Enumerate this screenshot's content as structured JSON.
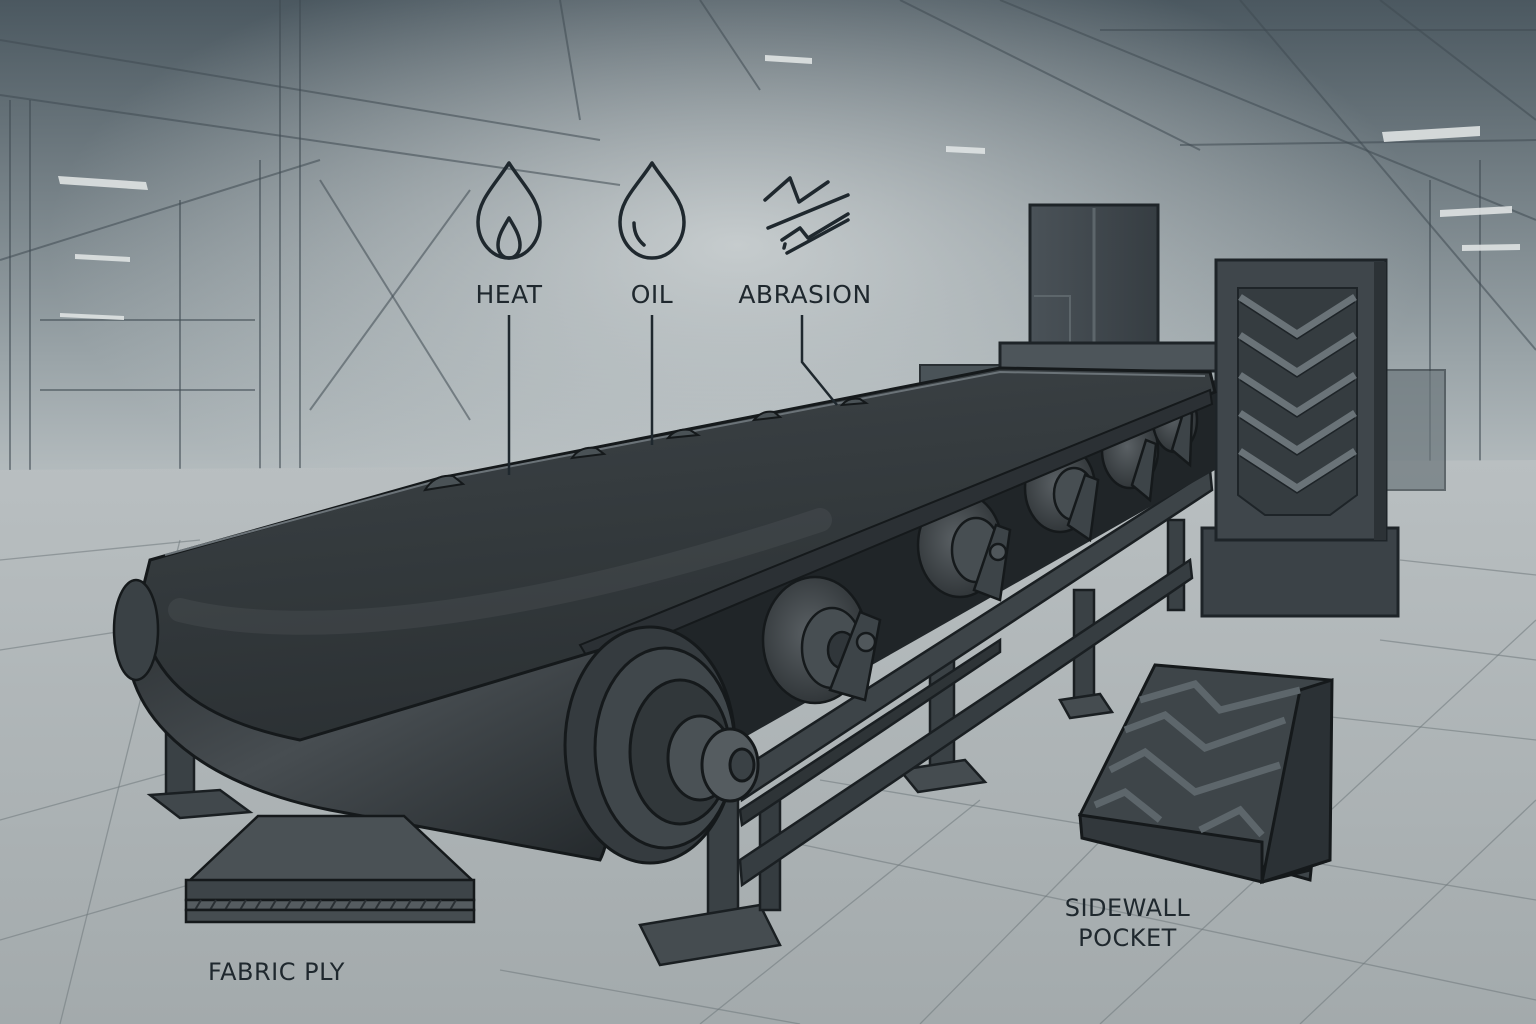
{
  "illustration": {
    "subject": "Industrial rubber conveyor belt in warehouse",
    "style": "monochrome technical sketch",
    "palette": {
      "background_top": "#4e5b63",
      "background_mid": "#b7bec1",
      "floor": "#a9b0b2",
      "belt": "#2c3134",
      "belt_highlight": "#474d51",
      "frame": "#3a4145",
      "ink": "#1f282e"
    }
  },
  "callouts": {
    "heat": {
      "label": "HEAT",
      "icon": "flame-drop-icon"
    },
    "oil": {
      "label": "OIL",
      "icon": "oil-drop-icon"
    },
    "abrasion": {
      "label": "ABRASION",
      "icon": "abrasion-zigzag-icon"
    }
  },
  "components": {
    "fabric_ply": {
      "label": "FABRIC PLY"
    },
    "sidewall_pocket": {
      "line1": "SIDEWALL",
      "line2": "POCKET"
    }
  }
}
